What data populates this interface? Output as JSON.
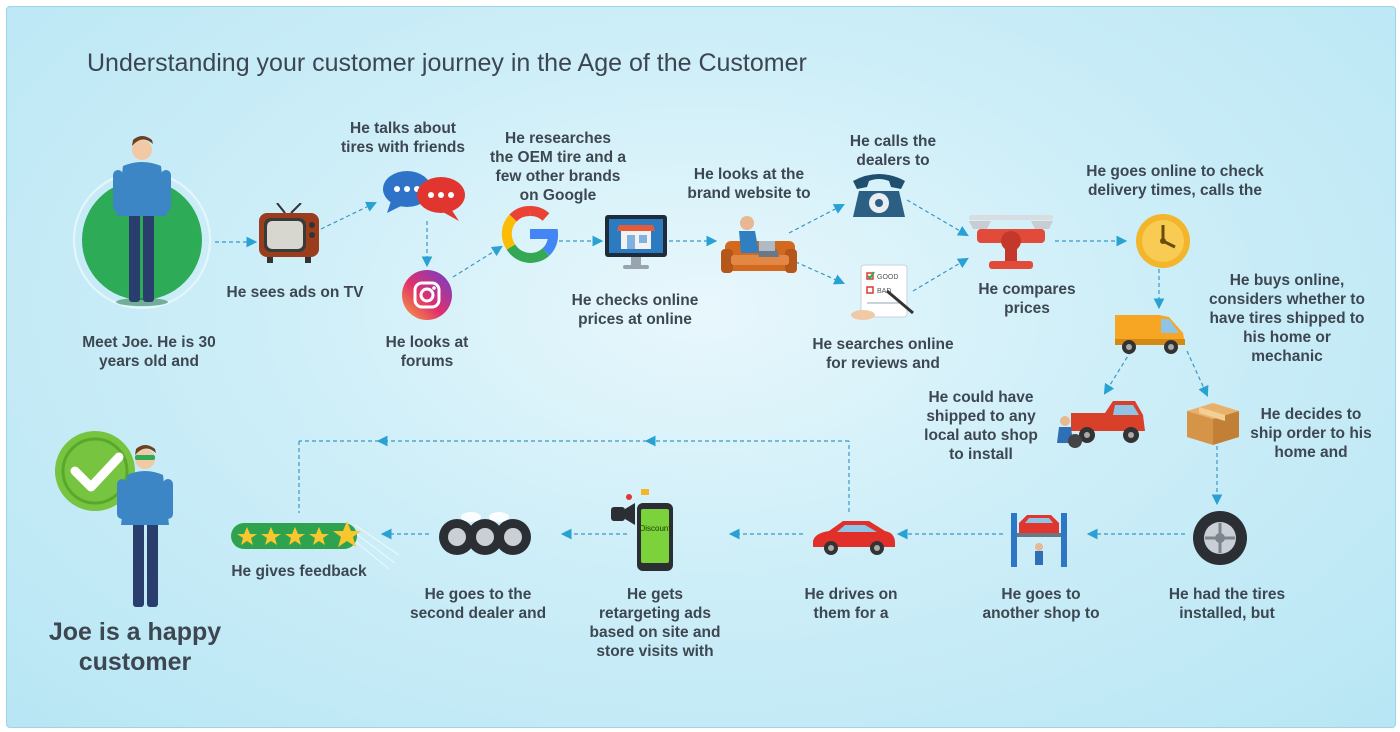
{
  "title": "Understanding your customer journey in the Age of the Customer",
  "labels": {
    "meet": [
      "Meet Joe. He is 30",
      "years old and"
    ],
    "tv": [
      "He sees ads on TV"
    ],
    "talks": [
      "He talks about",
      "tires with friends"
    ],
    "forums": [
      "He looks at",
      "forums"
    ],
    "research": [
      "He researches",
      "the OEM tire and a",
      "few other brands",
      "on Google"
    ],
    "prices_online": [
      "He checks online",
      "prices at online"
    ],
    "brand": [
      "He looks at the",
      "brand website to"
    ],
    "calls": [
      "He calls the",
      "dealers to"
    ],
    "reviews": [
      "He searches online",
      "for reviews and"
    ],
    "compare": [
      "He compares",
      "prices"
    ],
    "delivery": [
      "He goes online to check",
      "delivery times, calls the"
    ],
    "buys": [
      "He buys online,",
      "considers whether to",
      "have tires shipped to",
      "his home or",
      "mechanic"
    ],
    "could": [
      "He could have",
      "shipped to any",
      "local auto shop",
      "to install"
    ],
    "decides": [
      "He decides to",
      "ship order to his",
      "home and"
    ],
    "installed": [
      "He had the tires",
      "installed, but"
    ],
    "another": [
      "He goes to",
      "another shop to"
    ],
    "drives": [
      "He drives on",
      "them for a"
    ],
    "retarget": [
      "He gets",
      "retargeting ads",
      "based on site and",
      "store visits with"
    ],
    "second": [
      "He goes to the",
      "second dealer and"
    ],
    "feedback": [
      "He gives feedback"
    ],
    "happy": [
      "Joe is a happy",
      "customer"
    ]
  },
  "icons": {
    "phone_text": "Discount",
    "review_good": "GOOD",
    "review_bad": "BAD"
  },
  "colors": {
    "background": "#c4eaf6",
    "connector": "#3b97c4",
    "arrow": "#29a2d3",
    "text": "#3d4751",
    "green": "#2faa55"
  }
}
